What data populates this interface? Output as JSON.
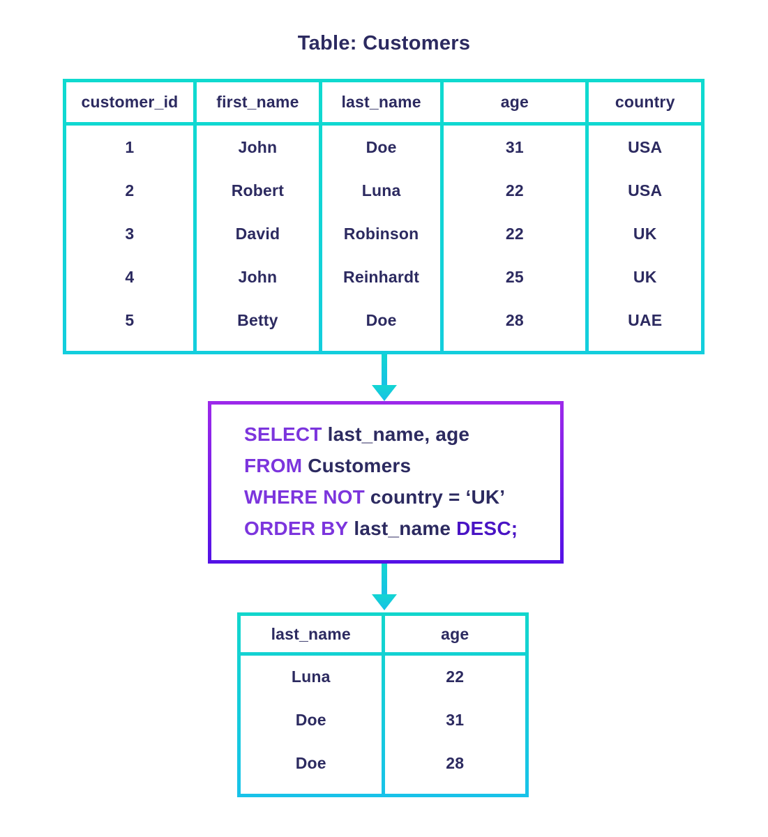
{
  "title": "Table: Customers",
  "customers_table": {
    "columns": [
      "customer_id",
      "first_name",
      "last_name",
      "age",
      "country"
    ],
    "rows": [
      [
        "1",
        "John",
        "Doe",
        "31",
        "USA"
      ],
      [
        "2",
        "Robert",
        "Luna",
        "22",
        "USA"
      ],
      [
        "3",
        "David",
        "Robinson",
        "22",
        "UK"
      ],
      [
        "4",
        "John",
        "Reinhardt",
        "25",
        "UK"
      ],
      [
        "5",
        "Betty",
        "Doe",
        "28",
        "UAE"
      ]
    ]
  },
  "query": {
    "lines": [
      {
        "segments": [
          {
            "text": "SELECT",
            "style": "kw"
          },
          {
            "text": " last_name, age",
            "style": "plain"
          }
        ]
      },
      {
        "segments": [
          {
            "text": "FROM",
            "style": "kw"
          },
          {
            "text": " Customers",
            "style": "plain"
          }
        ]
      },
      {
        "segments": [
          {
            "text": "WHERE NOT",
            "style": "kw"
          },
          {
            "text": " country = ‘UK’",
            "style": "plain"
          }
        ]
      },
      {
        "segments": [
          {
            "text": "ORDER BY",
            "style": "kw"
          },
          {
            "text": " last_name ",
            "style": "plain"
          },
          {
            "text": "DESC;",
            "style": "kw2"
          }
        ]
      }
    ]
  },
  "result_table": {
    "columns": [
      "last_name",
      "age"
    ],
    "rows": [
      [
        "Luna",
        "22"
      ],
      [
        "Doe",
        "31"
      ],
      [
        "Doe",
        "28"
      ]
    ]
  },
  "icons": {
    "arrow_1": "down-arrow-icon",
    "arrow_2": "down-arrow-icon"
  },
  "colors": {
    "navy_text": "#2c2a60",
    "keyword_purple": "#7c35dd",
    "keyword_violet": "#4914c4",
    "table_border_teal": "#0fdacf",
    "table_border_cyan": "#18c2e9",
    "query_border_top": "#9c29ea",
    "query_border_bottom": "#5412e6",
    "background": "#ffffff"
  }
}
